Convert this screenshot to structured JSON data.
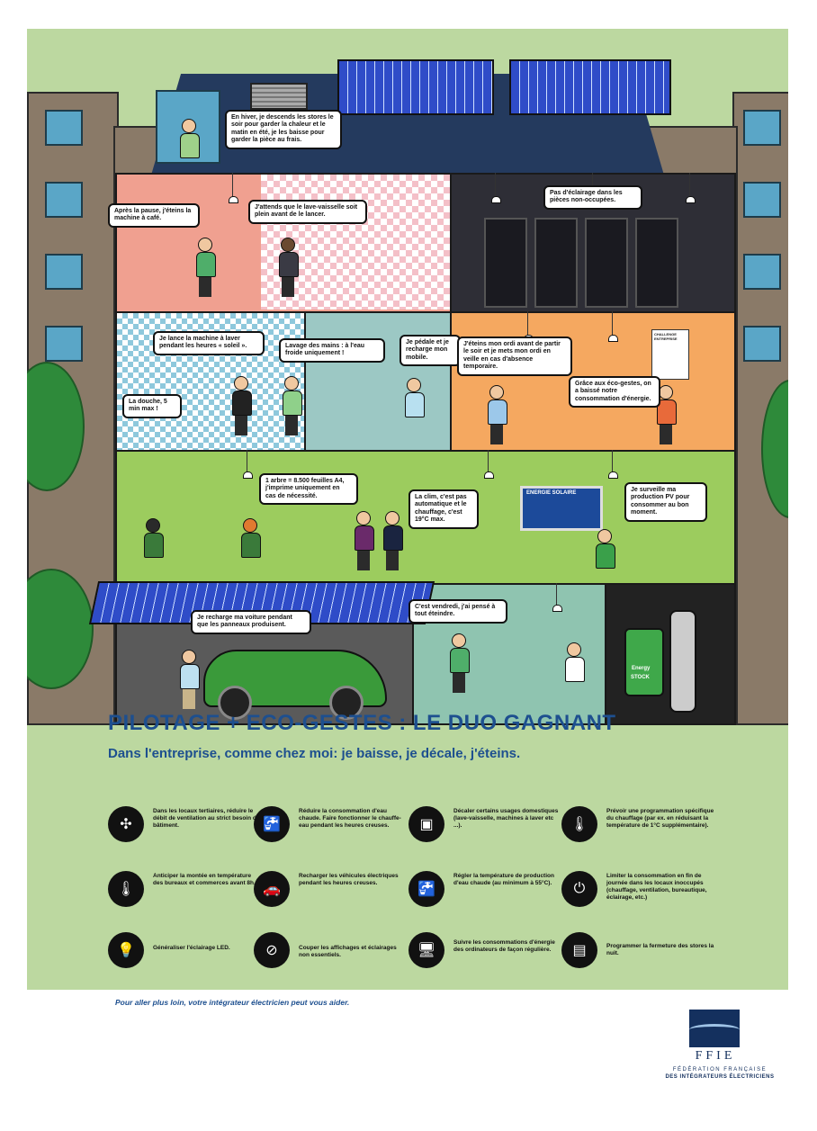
{
  "bubbles": [
    "En hiver, je descends les stores le soir pour garder la chaleur et le matin en été, je les baisse pour garder la pièce au frais.",
    "Après la pause, j'éteins la machine à café.",
    "J'attends que le lave-vaisselle soit plein avant de le lancer.",
    "Pas d'éclairage dans les pièces non-occupées.",
    "Je lance la machine à laver pendant les heures « soleil ».",
    "Lavage des mains : à l'eau froide uniquement !",
    "Je pédale et je recharge mon mobile.",
    "J'éteins mon ordi avant de partir le soir et je mets mon ordi en veille en cas d'absence temporaire.",
    "Grâce aux éco-gestes, on a baissé notre consommation d'énergie.",
    "La douche, 5 min max !",
    "1 arbre = 8.500 feuilles A4, j'imprime uniquement en cas de nécessité.",
    "La clim, c'est pas automatique et le chauffage, c'est 19°C max.",
    "Je surveille ma production PV pour consommer au bon moment.",
    "Je recharge ma voiture pendant que les panneaux produisent.",
    "C'est vendredi, j'ai pensé à tout éteindre."
  ],
  "labels": {
    "solar_screen": "ENERGIE SOLAIRE",
    "energy_stock_1": "Energy",
    "energy_stock_2": "STOCK",
    "challenge": "CHALLENGE ENTREPRISE"
  },
  "title": "PILOTAGE + ECO-GESTES : LE DUO GAGNANT",
  "subtitle": "Dans l'entreprise, comme chez moi: je baisse, je décale, j'éteins.",
  "tips": [
    {
      "icon": "ventilation-icon",
      "glyph": "✣",
      "text": "Dans les locaux tertiaires, réduire le débit de ventilation au strict besoin du bâtiment."
    },
    {
      "icon": "hot-water-tap-icon",
      "glyph": "🚰",
      "text": "Réduire la consommation d'eau chaude. Faire fonctionner le chauffe-eau pendant les heures creuses."
    },
    {
      "icon": "appliances-icon",
      "glyph": "▣",
      "text": "Décaler certains usages domestiques (lave-vaisselle, machines à laver etc ...)."
    },
    {
      "icon": "heating-thermometer-icon",
      "glyph": "🌡",
      "text": "Prévoir une programmation spécifique du chauffage (par ex. en réduisant la température de 1°C supplémentaire)."
    },
    {
      "icon": "radiator-thermometer-icon",
      "glyph": "🌡",
      "text": "Anticiper la montée en température des bureaux et commerces avant 8h."
    },
    {
      "icon": "electric-car-icon",
      "glyph": "🚗",
      "text": "Recharger les véhicules électriques pendant les heures creuses."
    },
    {
      "icon": "water-heater-icon",
      "glyph": "🚰",
      "text": "Régler la température de production d'eau chaude (au minimum à 55°C)."
    },
    {
      "icon": "office-power-icon",
      "glyph": "⏻",
      "text": "Limiter la consommation en fin de journée dans les locaux inoccupés (chauffage, ventilation, bureautique, éclairage, etc.)"
    },
    {
      "icon": "led-lamp-icon",
      "glyph": "💡",
      "text": "Généraliser l'éclairage LED."
    },
    {
      "icon": "no-display-icon",
      "glyph": "⊘",
      "text": "Couper les affichages et éclairages non essentiels."
    },
    {
      "icon": "computer-monitoring-icon",
      "glyph": "🖥",
      "text": "Suivre les consommations d'énergie des ordinateurs de façon régulière."
    },
    {
      "icon": "window-blinds-icon",
      "glyph": "▤",
      "text": "Programmer la fermeture des stores la nuit."
    }
  ],
  "footnote": "Pour aller plus loin, votre intégrateur électricien peut vous aider.",
  "logo": {
    "abbr": "FFIE",
    "line1": "FÉDÉRATION FRANÇAISE",
    "line2": "DES INTÉGRATEURS ÉLECTRICIENS"
  },
  "colors": {
    "background": "#bcd8a0",
    "title": "#1d4f8f",
    "kitchen": "#f0a090",
    "server_room": "#2e2e36",
    "office_orange": "#f5a860",
    "open_space": "#9ccc5e"
  }
}
